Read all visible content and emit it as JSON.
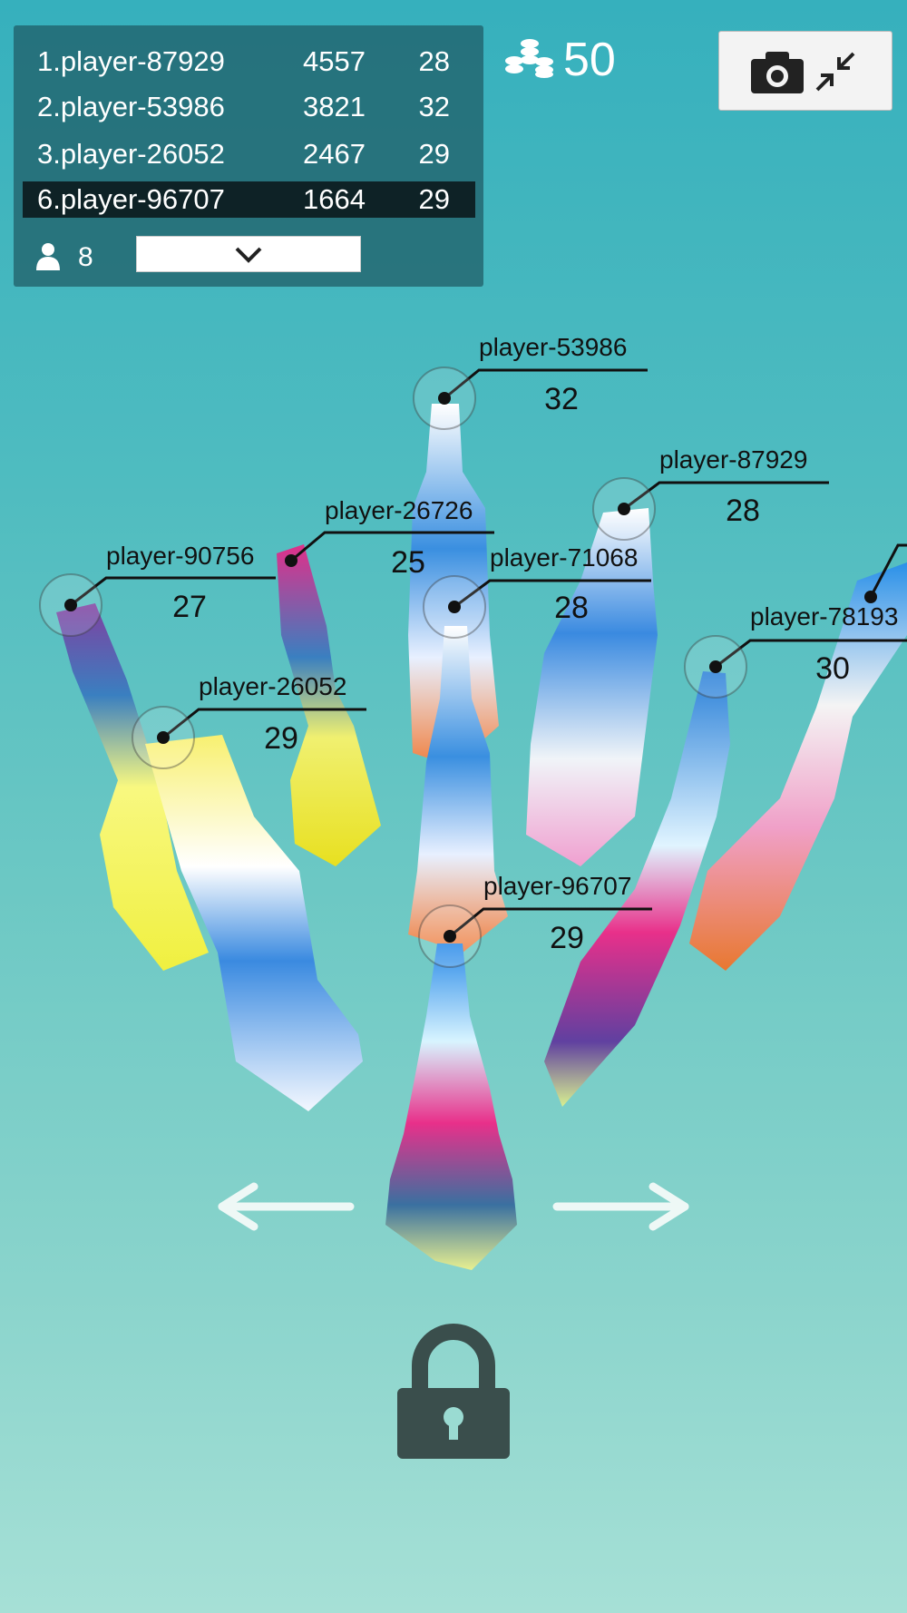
{
  "leaderboard": {
    "rows": [
      {
        "name": "1.player-87929",
        "score": "4557",
        "level": "28",
        "highlight": false
      },
      {
        "name": "2.player-53986",
        "score": "3821",
        "level": "32",
        "highlight": false
      },
      {
        "name": "3.player-26052",
        "score": "2467",
        "level": "29",
        "highlight": false
      },
      {
        "name": "6.player-96707",
        "score": "1664",
        "level": "29",
        "highlight": true
      }
    ],
    "player_count": "8",
    "expand_icon": "chevron-down-icon"
  },
  "coins": {
    "icon": "coins-stack-icon",
    "value": "50"
  },
  "toolbar": {
    "camera_icon": "camera-icon",
    "collapse_icon": "collapse-arrows-icon"
  },
  "tower_labels": [
    {
      "name": "player-53986",
      "level": "32"
    },
    {
      "name": "player-87929",
      "level": "28"
    },
    {
      "name": "player-26726",
      "level": "25"
    },
    {
      "name": "player-90756",
      "level": "27"
    },
    {
      "name": "player-71068",
      "level": "28"
    },
    {
      "name": "player-78193",
      "level": "30"
    },
    {
      "name": "player-26052",
      "level": "29"
    },
    {
      "name": "player-96707",
      "level": "29"
    }
  ],
  "controls": {
    "left_icon": "arrow-left-icon",
    "right_icon": "arrow-right-icon",
    "lock_icon": "lock-icon"
  },
  "colors": {
    "panel": "#1e5a64",
    "highlight_row": "#0e2226",
    "bg_top": "#36b0bd",
    "bg_bottom": "#a6e0d6"
  }
}
